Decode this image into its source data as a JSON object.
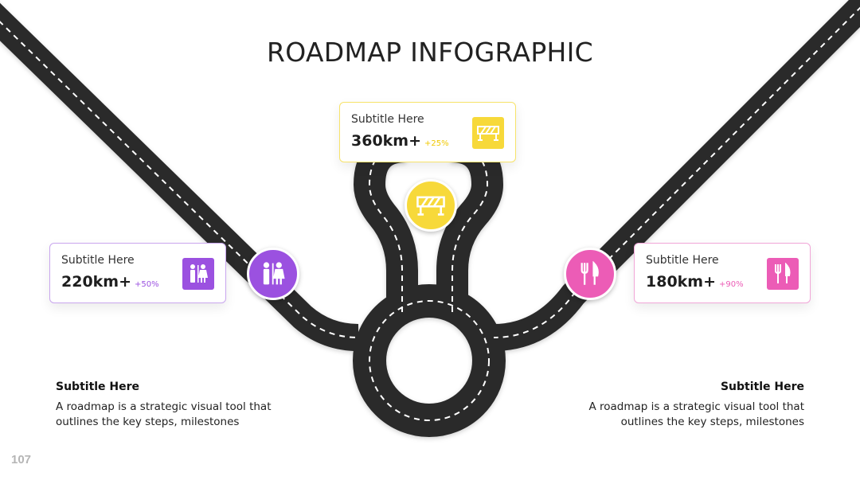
{
  "slide": {
    "title": "ROADMAP INFOGRAPHIC",
    "page_number": "107"
  },
  "colors": {
    "road": "#2b2b2b",
    "lane": "#ffffff",
    "purple": "#9b51e0",
    "yellow": "#f7d93a",
    "pink": "#ec5cb6"
  },
  "cards": {
    "left": {
      "subtitle": "Subtitle Here",
      "value": "220km+",
      "change": "+50%",
      "icon": "restroom-icon"
    },
    "top": {
      "subtitle": "Subtitle Here",
      "value": "360km+",
      "change": "+25%",
      "icon": "barrier-icon"
    },
    "right": {
      "subtitle": "Subtitle Here",
      "value": "180km+",
      "change": "+90%",
      "icon": "restaurant-icon"
    }
  },
  "descriptions": {
    "left": {
      "title": "Subtitle Here",
      "line1": "A roadmap is a strategic visual tool that",
      "line2": "outlines the key steps, milestones"
    },
    "right": {
      "title": "Subtitle Here",
      "line1": "A roadmap is a strategic visual tool that",
      "line2": "outlines the key steps, milestones"
    }
  }
}
